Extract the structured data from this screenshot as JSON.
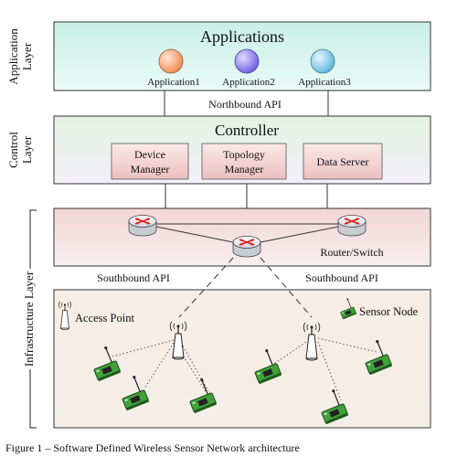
{
  "layers": {
    "application": "Application Layer",
    "control": "Control Layer",
    "infrastructure": "Infrastructure Layer"
  },
  "applications": {
    "title": "Applications",
    "items": [
      "Application1",
      "Application2",
      "Application3"
    ],
    "colors": [
      "#f5b27e",
      "#9a8cf0",
      "#8fd0ea"
    ]
  },
  "northbound_api": "Northbound API",
  "controller": {
    "title": "Controller",
    "modules": [
      [
        "Device",
        "Manager"
      ],
      [
        "Topology",
        "Manager"
      ],
      [
        "Data Server"
      ]
    ]
  },
  "router_label": "Router/Switch",
  "southbound_api_left": "Southbound API",
  "southbound_api_right": "Southbound API",
  "legend": {
    "access_point": "Access Point",
    "sensor_node": "Sensor Node"
  },
  "caption": "Figure 1 – Software Defined Wireless Sensor Network architecture",
  "colors": {
    "app_panel": "#d8f4ee",
    "control_panel": "#eaf4ea",
    "infra_panel": "#f4dede",
    "sensor_panel": "#f7ece4",
    "module_box": "#f2cfcf",
    "sensor_green": "#3fa23a",
    "router_arrow": "#d42020"
  }
}
